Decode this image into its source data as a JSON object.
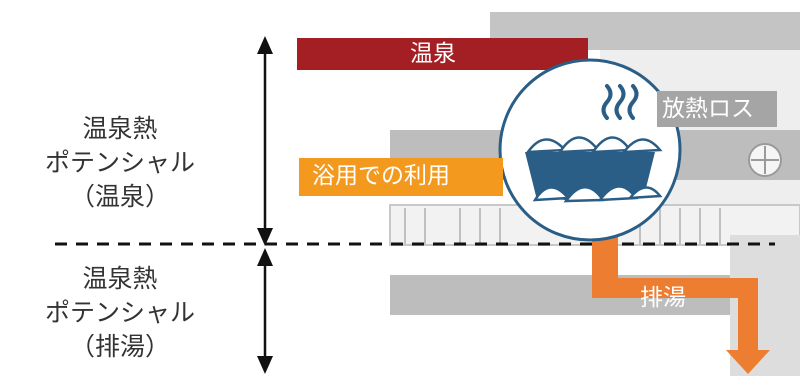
{
  "left_labels": {
    "upper": [
      "温泉熱",
      "ポテンシャル",
      "（温泉）"
    ],
    "lower": [
      "温泉熱",
      "ポテンシャル",
      "（排湯）"
    ]
  },
  "flow_labels": {
    "inflow": "温泉",
    "heat_loss": "放熱ロス",
    "bath_use": "浴用での利用",
    "outflow": "排湯"
  },
  "colors": {
    "inflow": "#a31f24",
    "outflow": "#ed7d31",
    "bath_use": "#f39a1e",
    "tub": "#2a5e86",
    "heat_loss_bg": "#a5a5a5",
    "building": "#bdbdbd"
  }
}
